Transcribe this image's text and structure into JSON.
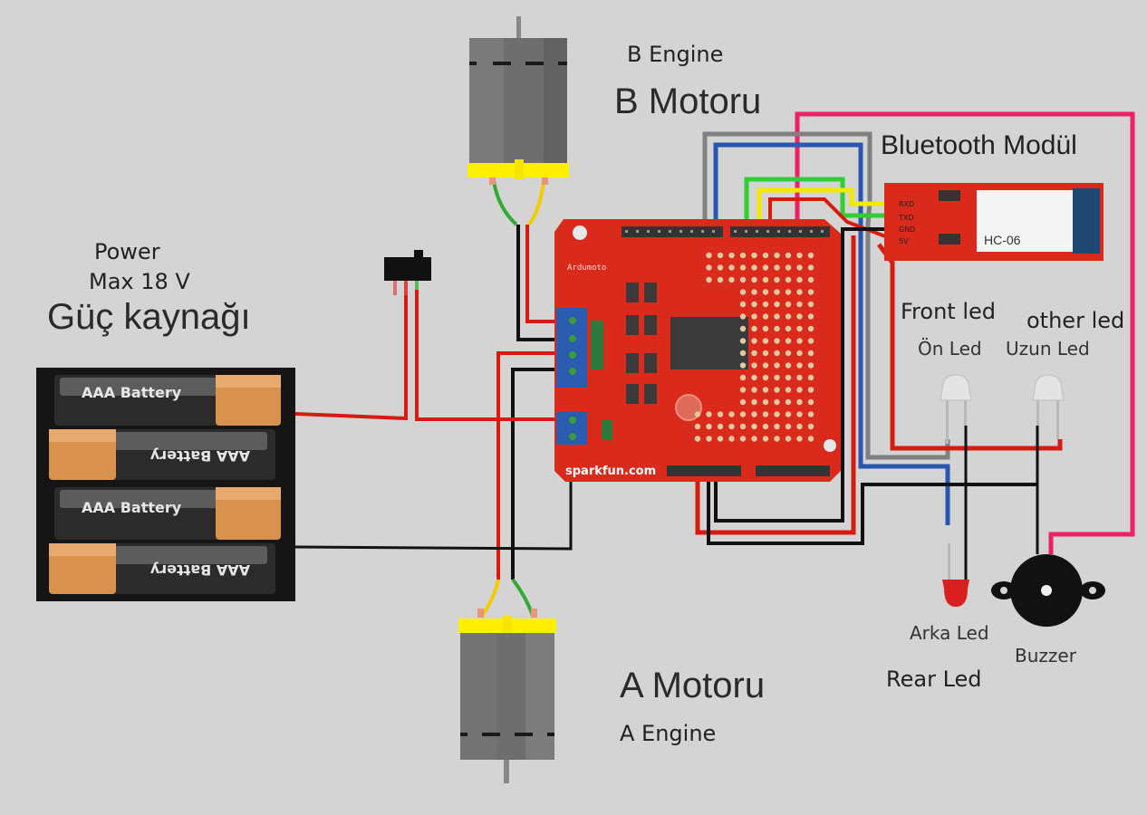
{
  "labels": {
    "b_engine": "B Engine",
    "b_motoru": "B Motoru",
    "bluetooth": "Bluetooth Modül",
    "power": "Power",
    "power_max": "Max 18 V",
    "power_tr": "Güç kaynağı",
    "front_led": "Front led",
    "other_led": "other led",
    "on_led": "Ön Led",
    "uzun_led": "Uzun Led",
    "arka_led": "Arka Led",
    "rear_led": "Rear Led",
    "buzzer": "Buzzer",
    "a_motoru": "A Motoru",
    "a_engine": "A Engine"
  },
  "components": {
    "battery_pack": {
      "cells": [
        "AAA Battery",
        "AAA Battery",
        "AAA Battery",
        "AAA Battery"
      ]
    },
    "board": {
      "name": "Ardumoto",
      "brand": "sparkfun.com"
    },
    "bluetooth_module": {
      "model": "HC-06",
      "pins": [
        "RXD",
        "TXD",
        "GND",
        "5V"
      ]
    }
  },
  "wire_colors": {
    "red": "#d81b10",
    "black": "#111111",
    "gray": "#808080",
    "blue": "#2856b0",
    "green": "#33cc33",
    "yellow": "#f2ea00",
    "pink": "#ef1f68",
    "board": "#d92a1c"
  }
}
